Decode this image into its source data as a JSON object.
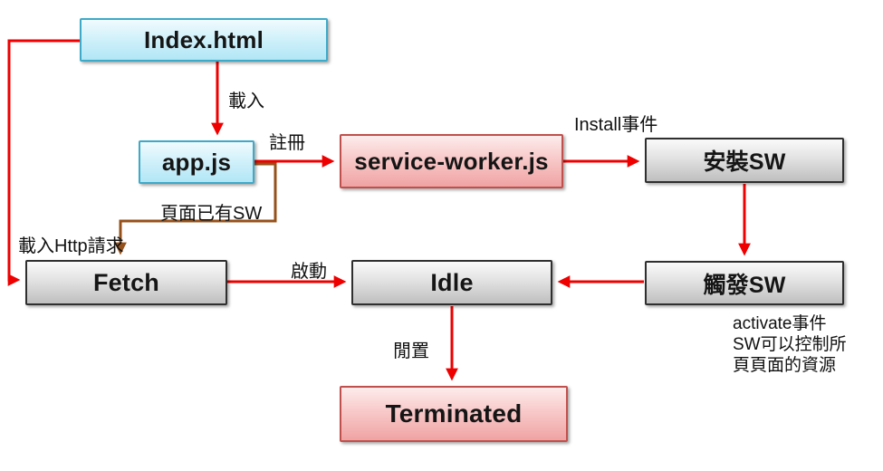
{
  "diagram": {
    "title_hint": "Service worker lifecycle flowchart",
    "nodes": [
      {
        "id": "index-html",
        "label": "Index.html",
        "style": "blue"
      },
      {
        "id": "app-js",
        "label": "app.js",
        "style": "blue"
      },
      {
        "id": "service-worker-js",
        "label": "service-worker.js",
        "style": "pink"
      },
      {
        "id": "install-sw",
        "label": "安裝SW",
        "style": "gray"
      },
      {
        "id": "trigger-sw",
        "label": "觸發SW",
        "style": "gray"
      },
      {
        "id": "fetch",
        "label": "Fetch",
        "style": "gray"
      },
      {
        "id": "idle",
        "label": "Idle",
        "style": "gray"
      },
      {
        "id": "terminated",
        "label": "Terminated",
        "style": "pink"
      }
    ],
    "edge_labels": {
      "load": "載入",
      "register": "註冊",
      "install_event": "Install事件",
      "page_has_sw": "頁面已有SW",
      "load_http_request": "載入Http請求",
      "activate": "啟動",
      "idle": "閒置"
    },
    "annotation": {
      "line1": "activate事件",
      "line2": "SW可以控制所",
      "line3": "頁頁面的資源"
    },
    "colors": {
      "arrow_red": "#ee0000",
      "arrow_brown": "#96511a",
      "blue_border": "#3fa9c8",
      "pink_border": "#c0504d",
      "gray_border": "#2f2f2f",
      "background": "#ffffff"
    }
  }
}
